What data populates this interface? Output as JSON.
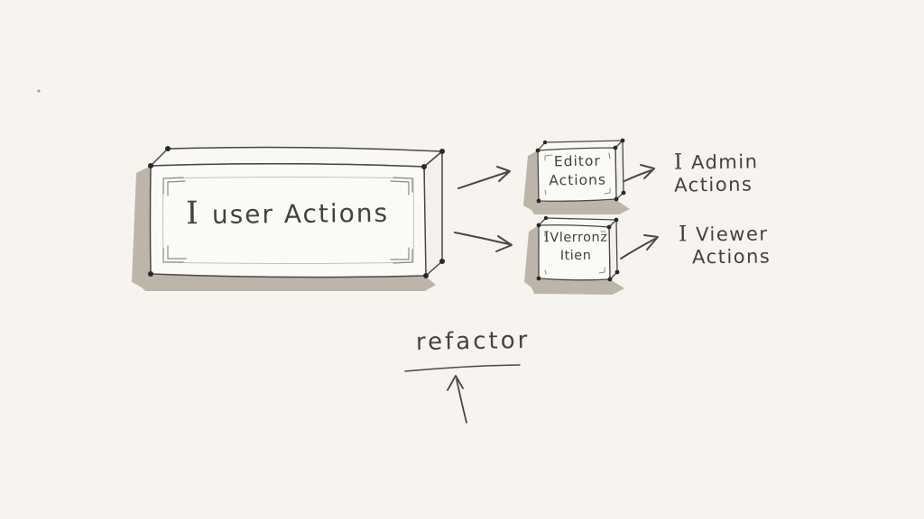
{
  "colors": {
    "background": "#f7f4ef",
    "ink": "#45423e",
    "shade": "#b3a89e",
    "face": "#fcfaf6"
  },
  "main_box": {
    "prefix": "I",
    "label": "user Actions"
  },
  "editor_box": {
    "line1": "Editor",
    "line2": "Actions"
  },
  "viewer_box": {
    "prefix": "I",
    "line1": "Vlerronz",
    "line2": "Itien"
  },
  "admin_label": {
    "prefix": "I",
    "line1": "Admin",
    "line2": "Actions"
  },
  "viewer_label": {
    "prefix": "I",
    "line1": "Viewer",
    "line2": "Actions"
  },
  "annotation": {
    "label": "refactor"
  }
}
